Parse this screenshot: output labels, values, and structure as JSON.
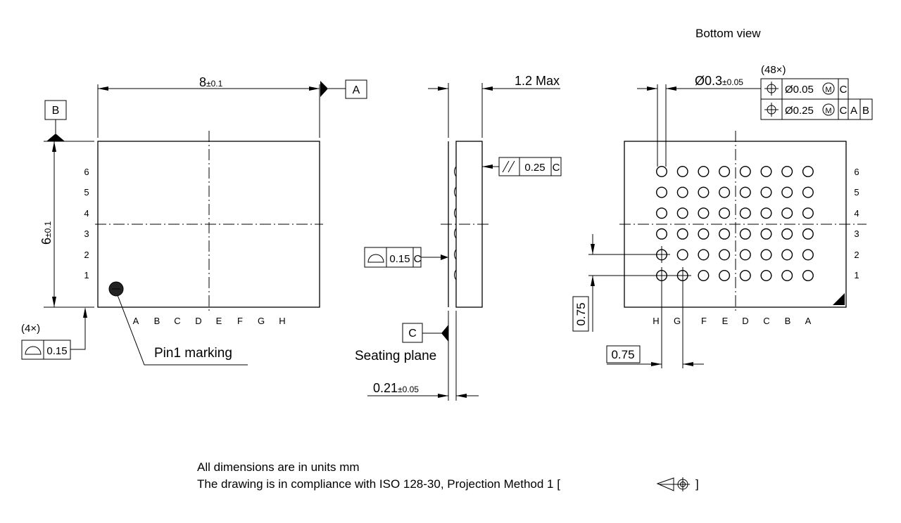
{
  "views": {
    "top": {
      "width_dim": "8",
      "width_tol": "±0.1",
      "height_dim": "6",
      "height_tol": "±0.1",
      "datum_a": "A",
      "datum_b": "B",
      "row_labels": [
        "6",
        "5",
        "4",
        "3",
        "2",
        "1"
      ],
      "col_labels": [
        "A",
        "B",
        "C",
        "D",
        "E",
        "F",
        "G",
        "H"
      ],
      "flatness_count": "(4×)",
      "flatness_value": "0.15",
      "pin1_label": "Pin1 marking"
    },
    "side": {
      "height_label": "1.2 Max",
      "parallel_value": "0.25",
      "parallel_datum": "C",
      "ball_flat_value": "0.15",
      "ball_flat_datum": "C",
      "datum_c": "C",
      "seating_label": "Seating plane",
      "ball_height_dim": "0.21",
      "ball_height_tol": "±0.05"
    },
    "bottom": {
      "title": "Bottom view",
      "ball_dia": "Ø0.3",
      "ball_dia_tol": "±0.05",
      "ball_count": "(48×)",
      "pos_tol_1": "Ø0.05",
      "pos_tol_1_datums": [
        "C"
      ],
      "pos_tol_2": "Ø0.25",
      "pos_tol_2_datums": [
        "C",
        "A",
        "B"
      ],
      "modifier": "M",
      "row_labels": [
        "6",
        "5",
        "4",
        "3",
        "2",
        "1"
      ],
      "col_labels": [
        "H",
        "G",
        "F",
        "E",
        "D",
        "C",
        "B",
        "A"
      ],
      "pitch_v": "0.75",
      "pitch_h": "0.75"
    }
  },
  "notes": {
    "line1": "All dimensions are in units mm",
    "line2_prefix": "The drawing is in compliance with ISO 128-30, Projection Method 1 [",
    "line2_suffix": "]"
  }
}
